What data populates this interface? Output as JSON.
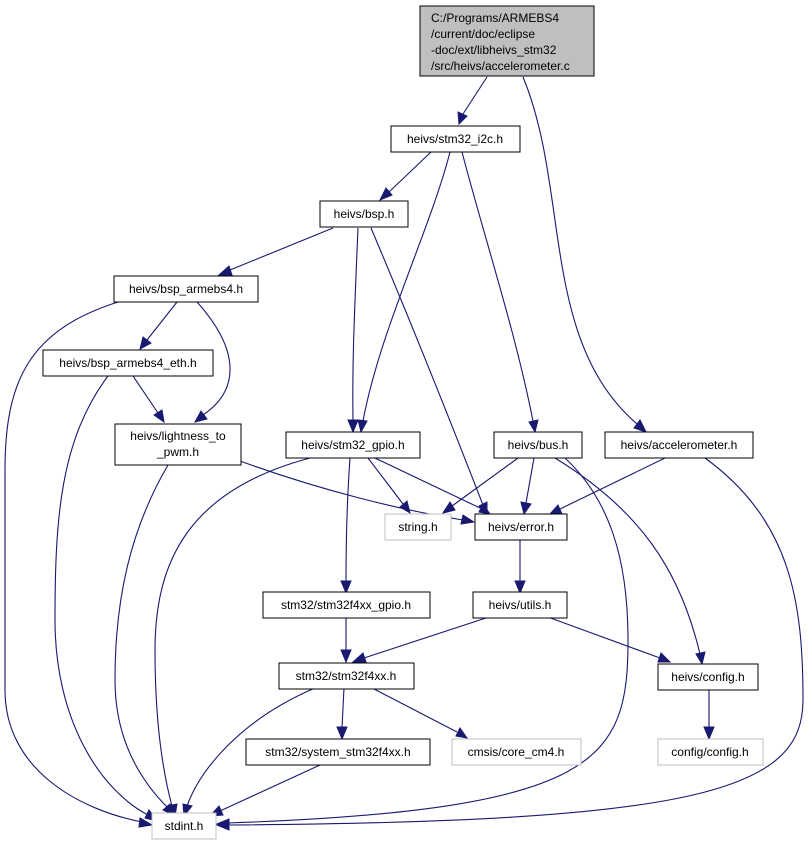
{
  "colors": {
    "edge": "#191970",
    "root_fill": "#bfbfbf",
    "ext_border": "#bfbfbf"
  },
  "nodes": {
    "root": [
      "C:/Programs/ARMEBS4",
      "/current/doc/eclipse",
      "-doc/ext/libheivs_stm32",
      "/src/heivs/accelerometer.c"
    ],
    "stm32_i2c": "heivs/stm32_i2c.h",
    "bsp": "heivs/bsp.h",
    "bsp_armebs4": "heivs/bsp_armebs4.h",
    "bsp_armebs4_eth": "heivs/bsp_armebs4_eth.h",
    "lightness_to_pwm": [
      "heivs/lightness_to",
      "_pwm.h"
    ],
    "stm32_gpio": "heivs/stm32_gpio.h",
    "bus": "heivs/bus.h",
    "accelerometer": "heivs/accelerometer.h",
    "string": "string.h",
    "error": "heivs/error.h",
    "stm32f4xx_gpio": "stm32/stm32f4xx_gpio.h",
    "utils": "heivs/utils.h",
    "stm32f4xx": "stm32/stm32f4xx.h",
    "config": "heivs/config.h",
    "system_stm32f4xx": "stm32/system_stm32f4xx.h",
    "core_cm4": "cmsis/core_cm4.h",
    "config_config": "config/config.h",
    "stdint": "stdint.h"
  }
}
